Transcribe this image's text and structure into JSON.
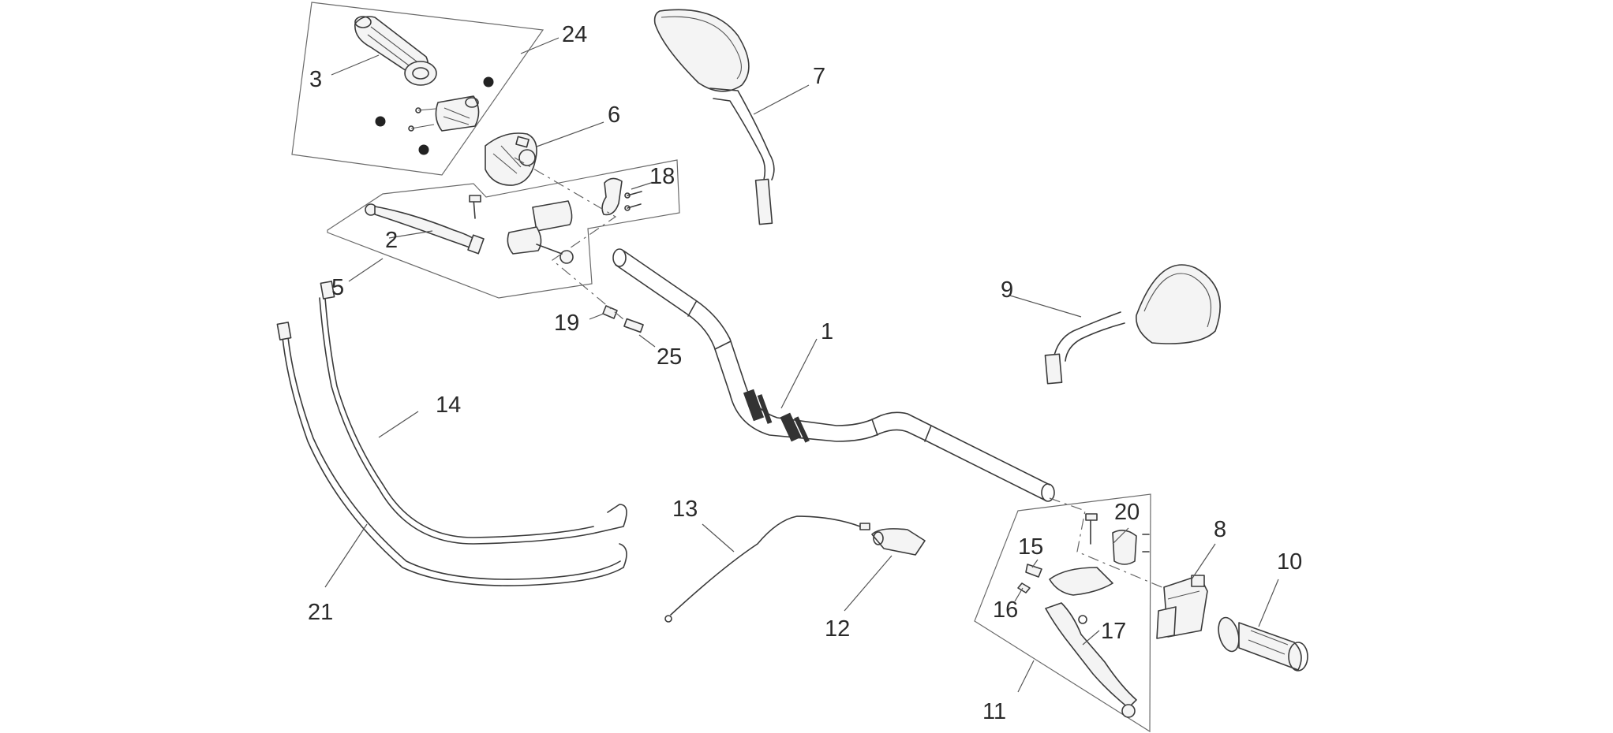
{
  "callouts": [
    {
      "id": "c1",
      "text": "1"
    },
    {
      "id": "c2",
      "text": "2"
    },
    {
      "id": "c3",
      "text": "3"
    },
    {
      "id": "c5",
      "text": "5"
    },
    {
      "id": "c6",
      "text": "6"
    },
    {
      "id": "c7",
      "text": "7"
    },
    {
      "id": "c8",
      "text": "8"
    },
    {
      "id": "c9",
      "text": "9"
    },
    {
      "id": "c10",
      "text": "10"
    },
    {
      "id": "c11",
      "text": "11"
    },
    {
      "id": "c12",
      "text": "12"
    },
    {
      "id": "c13",
      "text": "13"
    },
    {
      "id": "c14",
      "text": "14"
    },
    {
      "id": "c15",
      "text": "15"
    },
    {
      "id": "c16",
      "text": "16"
    },
    {
      "id": "c17",
      "text": "17"
    },
    {
      "id": "c18",
      "text": "18"
    },
    {
      "id": "c19",
      "text": "19"
    },
    {
      "id": "c20",
      "text": "20"
    },
    {
      "id": "c21",
      "text": "21"
    },
    {
      "id": "c24",
      "text": "24"
    },
    {
      "id": "c25",
      "text": "25"
    }
  ]
}
